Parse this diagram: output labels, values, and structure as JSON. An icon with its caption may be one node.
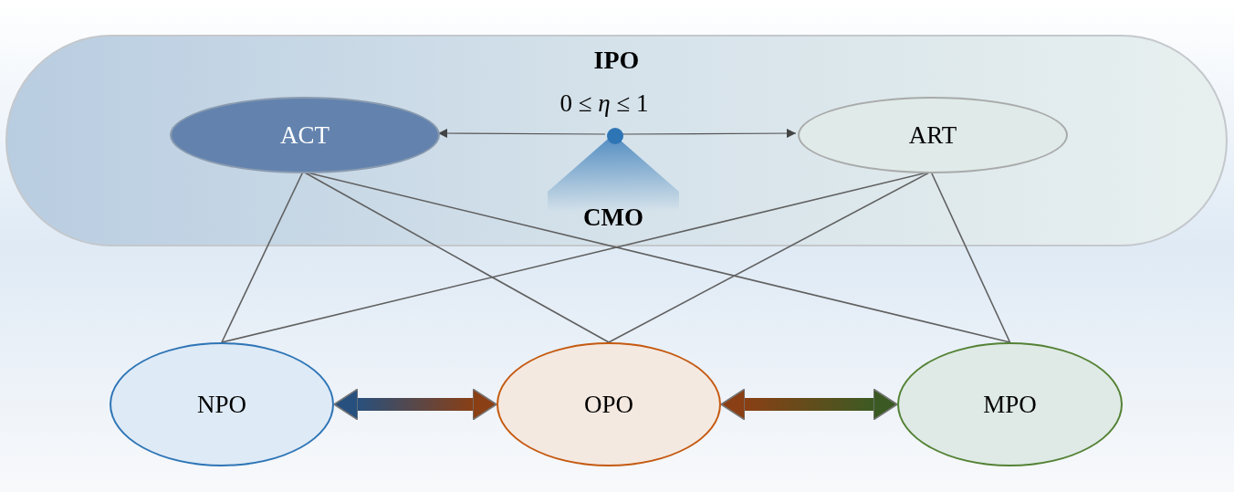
{
  "diagram": {
    "nodes": [
      {
        "text": [
          "IPO"
        ]
      },
      {
        "text": [
          "ACT"
        ],
        "in": 0
      },
      {
        "text": [
          "ART"
        ],
        "in": 0
      },
      {
        "text": [],
        "shape": "circle",
        "in": 0,
        "beside": [
          "0 ≤ *η* ≤ 1"
        ]
      },
      {
        "text": [
          "NPO"
        ]
      },
      {
        "text": [
          "OPO"
        ]
      },
      {
        "text": [
          "MPO"
        ]
      }
    ],
    "edges": [
      {
        "from": 3,
        "to": 1,
        "arrow": "to"
      },
      {
        "from": 3,
        "to": 2,
        "arrow": "to"
      },
      {
        "from": 1,
        "to": 4,
        "arrow": "none"
      },
      {
        "from": 1,
        "to": 5,
        "arrow": "none"
      },
      {
        "from": 1,
        "to": 6,
        "arrow": "none"
      },
      {
        "from": 2,
        "to": 4,
        "arrow": "none"
      },
      {
        "from": 2,
        "to": 5,
        "arrow": "none"
      },
      {
        "from": 2,
        "to": 6,
        "arrow": "none"
      },
      {
        "from": 4,
        "to": 5,
        "arrow": "both",
        "style": "thick"
      },
      {
        "from": 5,
        "to": 6,
        "arrow": "both",
        "style": "thick"
      }
    ],
    "labels": [
      "CMO"
    ]
  }
}
